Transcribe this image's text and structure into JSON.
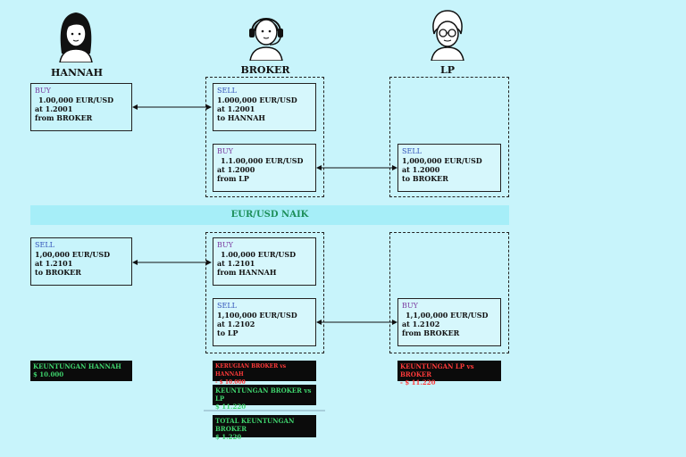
{
  "actors": {
    "hannah": {
      "name": "HANNAH",
      "icon": "woman-avatar-icon"
    },
    "broker": {
      "name": "BROKER",
      "icon": "headset-agent-icon"
    },
    "lp": {
      "name": "LP",
      "icon": "man-glasses-avatar-icon"
    }
  },
  "phase1": {
    "hannah": {
      "side": "BUY",
      "amount": "1.00,000 EUR/USD",
      "rate": "at 1.2001",
      "party": "from BROKER"
    },
    "broker_sell": {
      "side": "SELL",
      "amount": "1.000,000 EUR/USD",
      "rate": "at 1.2001",
      "party": "to HANNAH"
    },
    "broker_buy": {
      "side": "BUY",
      "amount": "1.1.00,000 EUR/USD",
      "rate": "at 1.2000",
      "party": "from LP"
    },
    "lp_sell": {
      "side": "SELL",
      "amount": "1,000,000 EUR/USD",
      "rate": "at 1.2000",
      "party": "to BROKER"
    }
  },
  "banner": "EUR/USD NAIK",
  "phase2": {
    "hannah": {
      "side": "SELL",
      "amount": "1,00,000 EUR/USD",
      "rate": "at 1.2101",
      "party": "to BROKER"
    },
    "broker_buy": {
      "side": "BUY",
      "amount": "1.00,000 EUR/USD",
      "rate": "at 1.2101",
      "party": "from HANNAH"
    },
    "broker_sell": {
      "side": "SELL",
      "amount": "1,100,000 EUR/USD",
      "rate": "at 1.2102",
      "party": "to LP"
    },
    "lp_buy": {
      "side": "BUY",
      "amount": "1,1,00,000 EUR/USD",
      "rate": "at 1.2102",
      "party": "from BROKER"
    }
  },
  "results": {
    "hannah_profit": {
      "label": "KEUNTUNGAN HANNAH",
      "value": "$ 10.000"
    },
    "broker_loss": {
      "label": "KERUGIAN BROKER vs HANNAH",
      "value": "- $ 10.000"
    },
    "broker_profit_lp": {
      "label": "KEUNTUNGAN BROKER vs LP",
      "value": "$ 11.220"
    },
    "lp_loss": {
      "label": "KEUNTUNGAN LP vs BROKER",
      "value": "- $ 11.220"
    },
    "broker_total": {
      "label": "TOTAL KEUNTUNGAN BROKER",
      "value": "$ 1.220"
    }
  },
  "colors": {
    "background": "#c8f4fb",
    "buy": "#7a3aa0",
    "sell": "#3050b8",
    "profit": "#3fd36d",
    "loss": "#ff3a3a"
  }
}
